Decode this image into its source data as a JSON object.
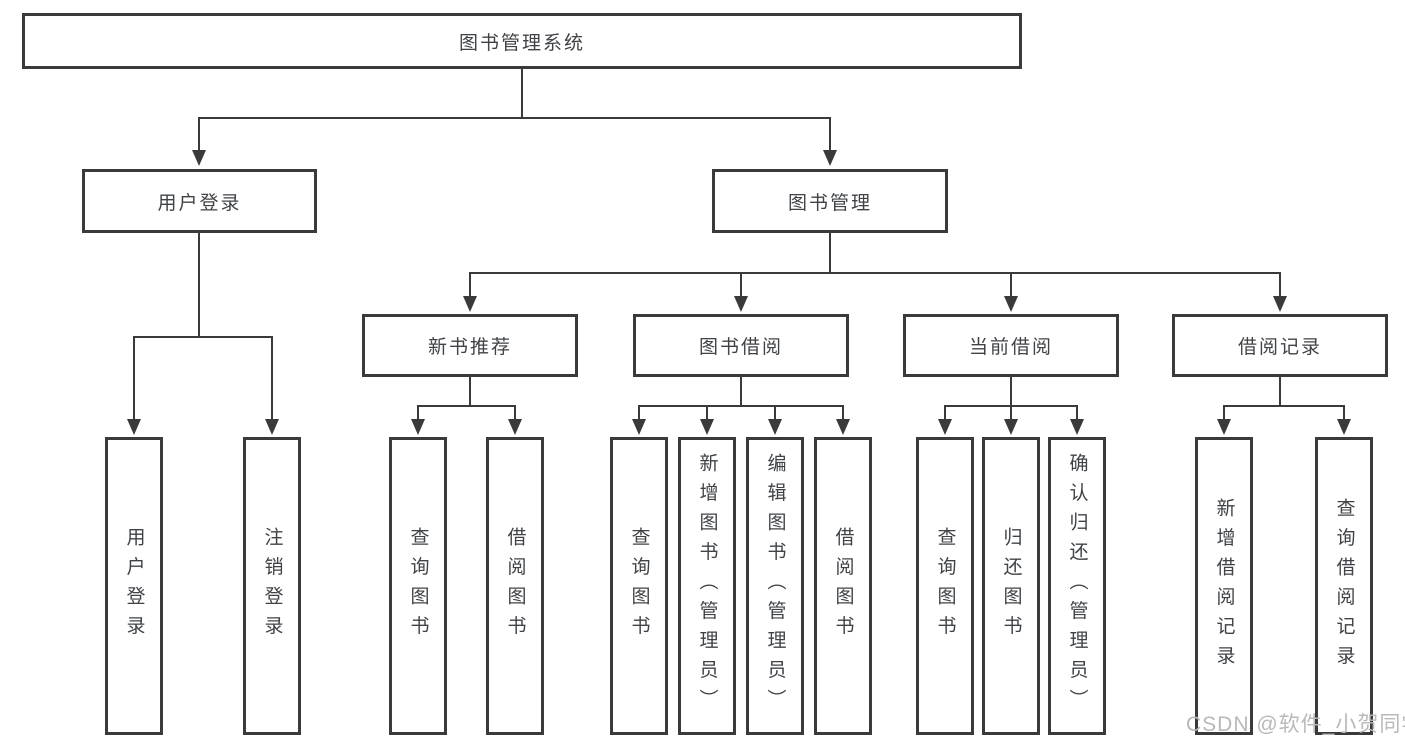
{
  "diagram_title": "图书管理系统",
  "tree": {
    "label": "图书管理系统",
    "children": [
      {
        "label": "用户登录",
        "children": [
          {
            "label": "用户登录"
          },
          {
            "label": "注销登录"
          }
        ]
      },
      {
        "label": "图书管理",
        "children": [
          {
            "label": "新书推荐",
            "children": [
              {
                "label": "查询图书"
              },
              {
                "label": "借阅图书"
              }
            ]
          },
          {
            "label": "图书借阅",
            "children": [
              {
                "label": "查询图书"
              },
              {
                "label": "新增图书（管理员）"
              },
              {
                "label": "编辑图书（管理员）"
              },
              {
                "label": "借阅图书"
              }
            ]
          },
          {
            "label": "当前借阅",
            "children": [
              {
                "label": "查询图书"
              },
              {
                "label": "归还图书"
              },
              {
                "label": "确认归还（管理员）"
              }
            ]
          },
          {
            "label": "借阅记录",
            "children": [
              {
                "label": "新增借阅记录"
              },
              {
                "label": "查询借阅记录"
              }
            ]
          }
        ]
      }
    ]
  },
  "watermark": {
    "text": "CSDN @软件_小贺同学"
  },
  "colors": {
    "line": "#3a3a3a",
    "text": "#3f4347",
    "watermark": "#b9b9b9",
    "background": "#ffffff"
  }
}
